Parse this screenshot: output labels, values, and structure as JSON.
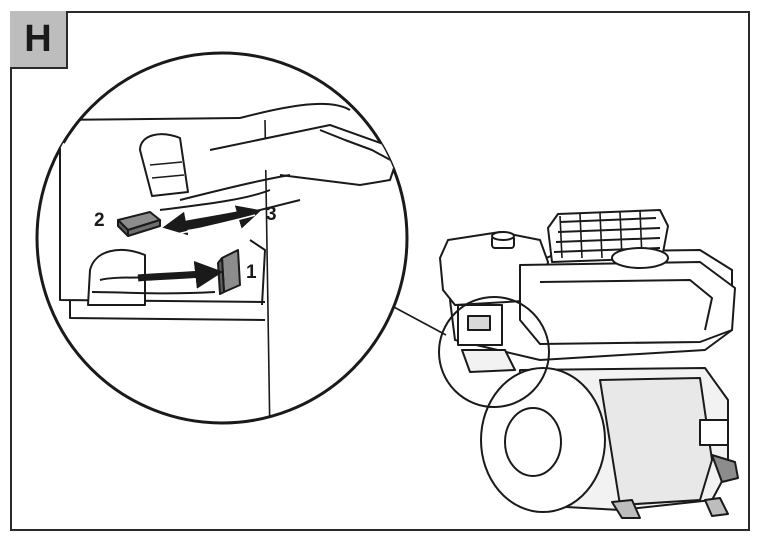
{
  "figure": {
    "panel_label": "H",
    "callouts": [
      "1",
      "2",
      "3"
    ]
  },
  "colors": {
    "label_box_fill": "#bdbdbd",
    "line": "#1a1a1a",
    "lever_fill": "#8c8c8c"
  }
}
